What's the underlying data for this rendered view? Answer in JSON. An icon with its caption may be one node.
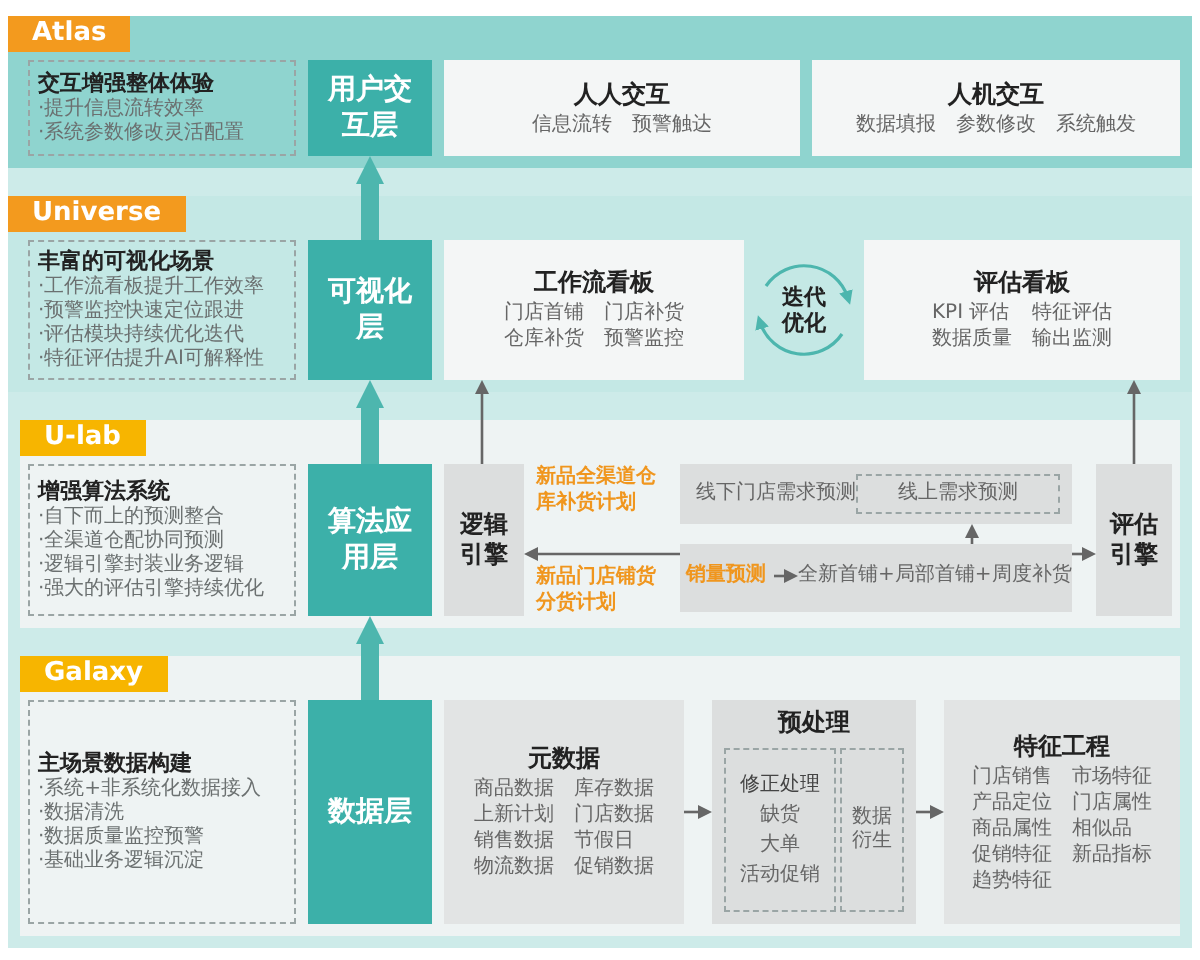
{
  "diagram": {
    "nodes": [
      {
        "text": [
          "Atlas"
        ]
      },
      {
        "text": [
          "交互增强整体体验",
          "·提升信息流转效率",
          "·系统参数修改灵活配置"
        ],
        "in": 0
      },
      {
        "text": [
          "用户交互层"
        ],
        "in": 0
      },
      {
        "text": [
          "人人交互",
          "信息流转",
          "预警触达"
        ],
        "in": 0
      },
      {
        "text": [
          "人机交互",
          "数据填报",
          "参数修改",
          "系统触发"
        ],
        "in": 0
      },
      {
        "text": [
          "Universe"
        ]
      },
      {
        "text": [
          "丰富的可视化场景",
          "·工作流看板提升工作效率",
          "·预警监控快速定位跟进",
          "·评估模块持续优化迭代",
          "·特征评估提升AI可解释性"
        ],
        "in": 5
      },
      {
        "text": [
          "可视化层"
        ],
        "in": 5
      },
      {
        "text": [
          "工作流看板",
          "门店首铺",
          "门店补货",
          "仓库补货",
          "预警监控"
        ],
        "in": 5
      },
      {
        "text": [
          "迭代优化"
        ],
        "in": 5
      },
      {
        "text": [
          "评估看板",
          "KPI 评估",
          "特征评估",
          "数据质量",
          "输出监测"
        ],
        "in": 5
      },
      {
        "text": [
          "U-lab"
        ]
      },
      {
        "text": [
          "增强算法系统",
          "·自下而上的预测整合",
          "·全渠道仓配协同预测",
          "·逻辑引擎封装业务逻辑",
          "·强大的评估引擎持续优化"
        ],
        "in": 11
      },
      {
        "text": [
          "算法应用层"
        ],
        "in": 11
      },
      {
        "text": [
          "逻辑引擎"
        ],
        "in": 11
      },
      {
        "text": [
          "线下门店需求预测"
        ],
        "in": 11
      },
      {
        "text": [
          "线上需求预测"
        ],
        "in": 15
      },
      {
        "text": [],
        "shape": "box",
        "in": 11
      },
      {
        "text": [
          "销量预测"
        ],
        "in": 17
      },
      {
        "text": [
          "全新首铺+局部首铺+周度补货"
        ],
        "in": 17
      },
      {
        "text": [
          "评估引擎"
        ],
        "in": 11
      },
      {
        "text": [
          "Galaxy"
        ]
      },
      {
        "text": [
          "主场景数据构建",
          "·系统+非系统化数据接入",
          "·数据清洗",
          "·数据质量监控预警",
          "·基础业务逻辑沉淀"
        ],
        "in": 21
      },
      {
        "text": [
          "数据层"
        ],
        "in": 21
      },
      {
        "text": [
          "元数据",
          "商品数据",
          "库存数据",
          "上新计划",
          "门店数据",
          "销售数据",
          "节假日",
          "物流数据",
          "促销数据"
        ],
        "in": 21
      },
      {
        "text": [
          "预处理"
        ],
        "in": 21
      },
      {
        "text": [
          "修正处理",
          "缺货",
          "大单",
          "活动促销"
        ],
        "in": 25
      },
      {
        "text": [
          "数据衍生"
        ],
        "in": 25
      },
      {
        "text": [
          "特征工程",
          "门店销售",
          "市场特征",
          "产品定位",
          "门店属性",
          "商品属性",
          "相似品",
          "促销特征",
          "新品指标",
          "趋势特征"
        ],
        "in": 21
      }
    ],
    "edges": [
      {
        "from": 23,
        "to": 13,
        "arrow": "to",
        "style": "thick",
        "color": "#4db6ae"
      },
      {
        "from": 13,
        "to": 7,
        "arrow": "to",
        "style": "thick",
        "color": "#4db6ae"
      },
      {
        "from": 7,
        "to": 2,
        "arrow": "to",
        "style": "thick",
        "color": "#4db6ae"
      },
      {
        "from": 14,
        "to": 8,
        "arrow": "to"
      },
      {
        "from": 20,
        "to": 10,
        "arrow": "to"
      },
      {
        "from": 17,
        "to": 14,
        "arrow": "to"
      },
      {
        "from": 17,
        "to": 15,
        "arrow": "to"
      },
      {
        "from": 17,
        "to": 20,
        "arrow": "to"
      },
      {
        "from": 18,
        "to": 19,
        "arrow": "to"
      },
      {
        "from": 24,
        "to": 25,
        "arrow": "to"
      },
      {
        "from": 25,
        "to": 28,
        "arrow": "to"
      }
    ],
    "labels": [
      "新品全渠道仓库补货计划",
      "新品门店铺货分货计划"
    ]
  }
}
